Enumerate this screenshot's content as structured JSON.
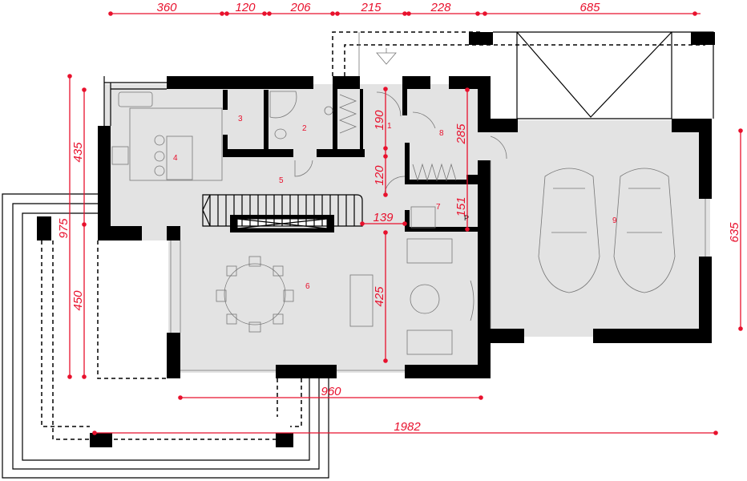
{
  "colors": {
    "dimension": "#e8112d",
    "wall": "#000000",
    "floor": "#e3e3e3"
  },
  "dimensions": {
    "top": [
      "360",
      "120",
      "206",
      "215",
      "228",
      "685"
    ],
    "left_total": "975",
    "left_upper": "435",
    "left_lower": "450",
    "right": "635",
    "bottom_inner": "960",
    "bottom_total": "1982",
    "hall_upper": "190",
    "hall_lower": "120",
    "living_depth": "425",
    "room8_depth": "285",
    "room7_depth": "151",
    "room7_width": "139"
  },
  "rooms": [
    {
      "id": "1"
    },
    {
      "id": "2"
    },
    {
      "id": "3"
    },
    {
      "id": "4"
    },
    {
      "id": "5"
    },
    {
      "id": "6"
    },
    {
      "id": "7"
    },
    {
      "id": "8"
    },
    {
      "id": "9"
    }
  ],
  "labels": {
    "boiler": "P"
  }
}
